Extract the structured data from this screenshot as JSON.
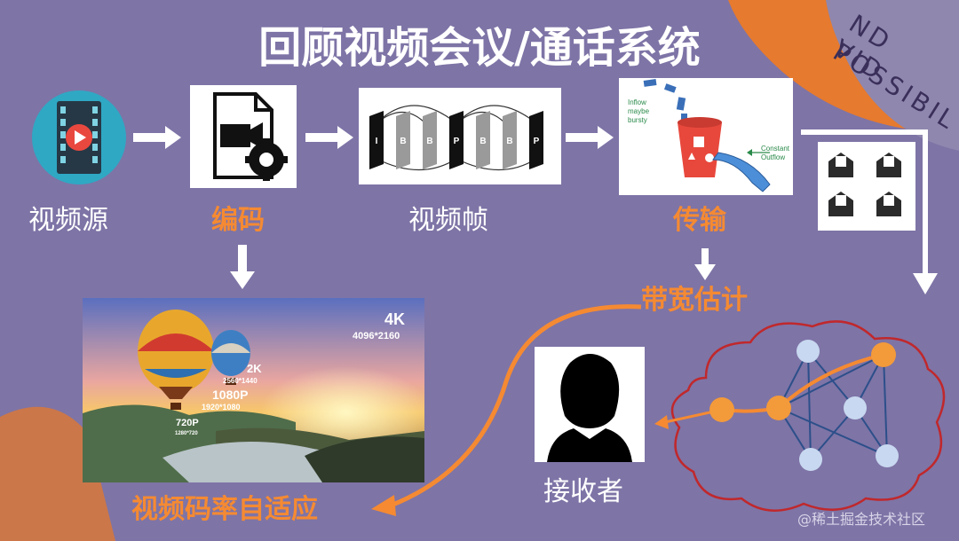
{
  "slide": {
    "title": "回顾视频会议/通话系统",
    "corner_text": [
      "ND VID",
      "POSSIBIL"
    ],
    "watermark": "@稀土掘金技术社区"
  },
  "stages": {
    "source": "视频源",
    "encode": "编码",
    "frames": "视频帧",
    "transmit": "传输",
    "bandwidth": "带宽估计",
    "receiver": "接收者",
    "bitrate": "视频码率自适应"
  },
  "frames_panel": {
    "frame_letters": [
      "I",
      "B",
      "B",
      "P",
      "B",
      "B",
      "P"
    ]
  },
  "bucket_panel": {
    "inflow_label": [
      "Inflow",
      "maybe",
      "bursty"
    ],
    "outflow_label": [
      "Constant",
      "Outflow"
    ]
  },
  "resolutions": [
    {
      "name": "4K",
      "size": "4096*2160"
    },
    {
      "name": "2K",
      "size": "2560*1440"
    },
    {
      "name": "1080P",
      "size": "1920*1080"
    },
    {
      "name": "720P",
      "size": "1280*720"
    }
  ],
  "colors": {
    "background": "#7e74a6",
    "accent_orange": "#f58a32",
    "text_white": "#ffffff"
  }
}
